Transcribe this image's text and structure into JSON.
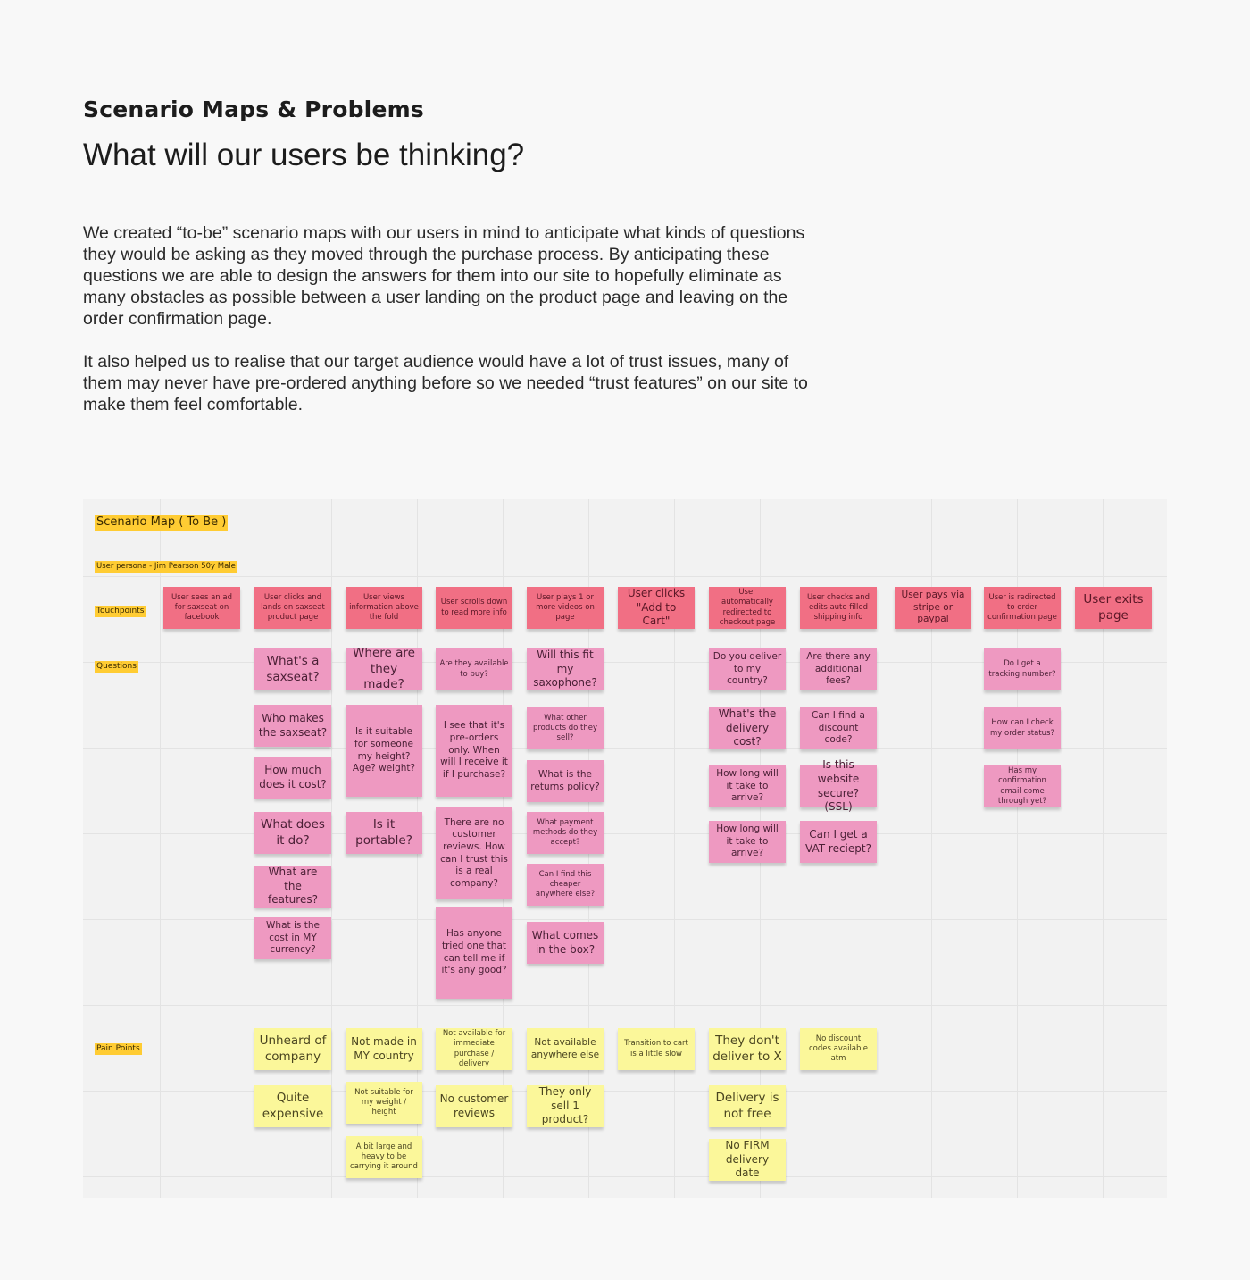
{
  "header": {
    "title": "Scenario Maps & Problems",
    "subtitle": "What will our users be thinking?"
  },
  "body": {
    "paragraph1": "We created “to-be” scenario maps with our users in mind to anticipate what kinds of questions they would be asking as they moved through the purchase process. By anticipating these questions we are able to design the answers for them into our site to hopefully eliminate as many obstacles as possible between a user landing on the product page and leaving on the order confirmation page.",
    "paragraph2": "It also helped us to realise that our target audience would have a lot of trust issues, many of them may never have pre-ordered anything before so we needed “trust features” on our site to make them feel comfortable."
  },
  "board": {
    "title": "Scenario Map ( To Be )",
    "persona": "User persona - Jim Pearson 50y Male",
    "row_labels": {
      "touchpoints": "Touchpoints",
      "questions": "Questions",
      "pain_points": "Pain Points"
    },
    "touchpoints": [
      "User sees an ad for saxseat on facebook",
      "User clicks and lands on saxseat product page",
      "User views information above the fold",
      "User scrolls down to read more info",
      "User plays 1 or more videos on page",
      "User clicks \"Add to Cart\"",
      "User automatically redirected to checkout page",
      "User checks and edits auto filled shipping info",
      "User pays via stripe or paypal",
      "User is redirected to order confirmation page",
      "User exits page"
    ],
    "questions": [
      [
        "What's a saxseat?",
        "Who makes the saxseat?",
        "How much does it cost?",
        "What does it do?",
        "What are the features?",
        "What is the cost in MY currency?"
      ],
      [
        "Where are they made?",
        "Is it suitable for someone my height? Age? weight?",
        "Is it portable?"
      ],
      [
        "Are they available to buy?",
        "I see that it's pre-orders only. When will I receive it if I purchase?",
        "There are no customer reviews. How can I trust this is a real company?",
        "Has anyone tried one that can tell me if it's any good?"
      ],
      [
        "Will this fit my saxophone?",
        "What other products do they sell?",
        "What is the returns policy?",
        "What payment methods do they accept?",
        "Can I find this cheaper anywhere else?",
        "What comes in the box?"
      ],
      [
        "Do you deliver to my country?",
        "What's the delivery cost?",
        "How long will it take to arrive?",
        "How long will it take to arrive?"
      ],
      [
        "Are there any additional fees?",
        "Can I find a discount code?",
        "Is this website secure? (SSL)",
        "Can I get a VAT reciept?"
      ],
      [
        "Do I get a tracking number?",
        "How can I check my order status?",
        "Has my confirmation email come through yet?"
      ]
    ],
    "pain_points": [
      [
        "Unheard of company",
        "Quite expensive"
      ],
      [
        "Not made in MY country",
        "Not suitable for my weight / height",
        "A bit large and heavy to be carrying it around"
      ],
      [
        "Not available for immediate purchase / delivery",
        "No customer reviews"
      ],
      [
        "Not available anywhere else",
        "They only sell 1 product?"
      ],
      [
        "Transition to cart is a little slow"
      ],
      [
        "They don't deliver to X",
        "Delivery is not free",
        "No FIRM delivery date"
      ],
      [
        "No discount codes available atm"
      ]
    ],
    "colors": {
      "touchpoint": "#f16f84",
      "question": "#ee99c1",
      "pain_point": "#fbf79a",
      "label": "#ffcc33"
    }
  }
}
